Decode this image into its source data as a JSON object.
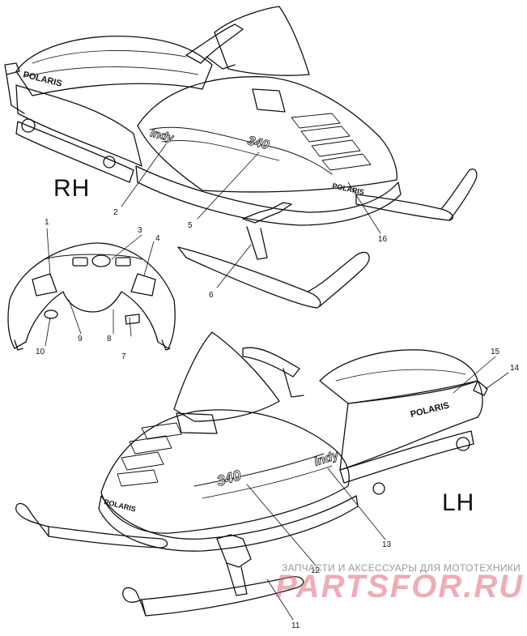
{
  "labels": {
    "rh": "RH",
    "lh": "LH"
  },
  "callouts": {
    "c1": "1",
    "c2": "2",
    "c3": "3",
    "c4": "4",
    "c5": "5",
    "c6": "6",
    "c7": "7",
    "c8": "8",
    "c9": "9",
    "c10": "10",
    "c11": "11",
    "c12": "12",
    "c13": "13",
    "c14": "14",
    "c15": "15",
    "c16": "16"
  },
  "decals": {
    "brand": "POLARIS",
    "model_number": "340",
    "model_name": "Indy"
  },
  "watermark": {
    "caption": "ЗАПЧАСТИ И АКСЕССУАРЫ ДЛЯ МОТОТЕХНИКИ",
    "brand": "PARTSFOR.RU"
  },
  "colors": {
    "line": "#111111",
    "watermark_caption": "#9a9a9a",
    "watermark_brand": "#e06b78"
  }
}
